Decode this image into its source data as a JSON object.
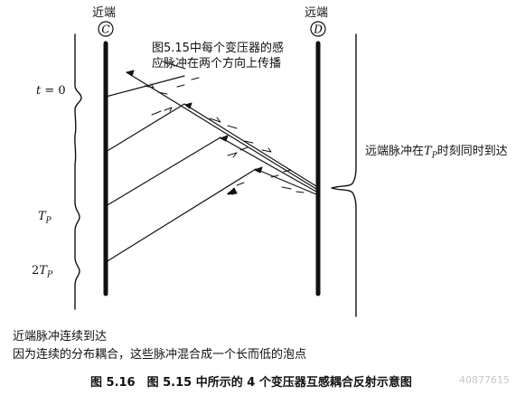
{
  "near_end": {
    "title": "近端",
    "symbol": "C"
  },
  "far_end": {
    "title": "远端",
    "symbol": "D"
  },
  "annotation_top": {
    "line1": "图5.15中每个变压器的感",
    "line2": "应脉冲在两个方向上传播"
  },
  "annotation_right": {
    "prefix": "远端脉冲在",
    "var": "T",
    "sub": "P",
    "suffix": "时刻同时到达"
  },
  "time_labels": {
    "t0": {
      "var": "t",
      "rest": " = 0"
    },
    "tp": {
      "var": "T",
      "sub": "P"
    },
    "two_tp": {
      "prefix": "2",
      "var": "T",
      "sub": "P"
    }
  },
  "annotation_bottom": {
    "line1": "近端脉冲连续到达",
    "line2": "因为连续的分布耦合，这些脉冲混合成一个长而低的泡点"
  },
  "caption": "图 5.16　图 5.15 中所示的 4 个变压器互感耦合反射示意图",
  "watermark": "40877615"
}
